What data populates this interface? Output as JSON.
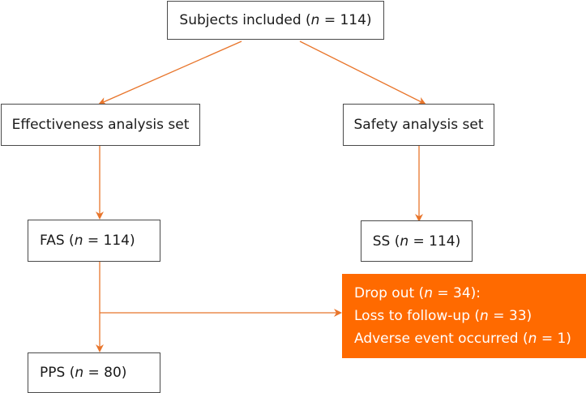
{
  "colors": {
    "accent": "#ff6a00",
    "connector": "#e8752b",
    "box_border": "#4a4a4a"
  },
  "nodes": {
    "subjects": {
      "text": "Subjects included (",
      "var": "n",
      "rest": " = 114)"
    },
    "effectiveness": {
      "text": "Effectiveness analysis set"
    },
    "safety": {
      "text": "Safety analysis set"
    },
    "fas": {
      "text": "FAS (",
      "var": "n",
      "rest": " = 114)"
    },
    "ss": {
      "text": "SS (",
      "var": "n",
      "rest": " = 114)"
    },
    "pps": {
      "text": "PPS (",
      "var": "n",
      "rest": " = 80)"
    },
    "dropout": {
      "lines": [
        {
          "text": "Drop out (",
          "var": "n",
          "rest": " = 34):"
        },
        {
          "text": "Loss to follow-up (",
          "var": "n",
          "rest": " = 33)"
        },
        {
          "text": "Adverse event occurred (",
          "var": "n",
          "rest": " = 1)"
        }
      ]
    }
  }
}
